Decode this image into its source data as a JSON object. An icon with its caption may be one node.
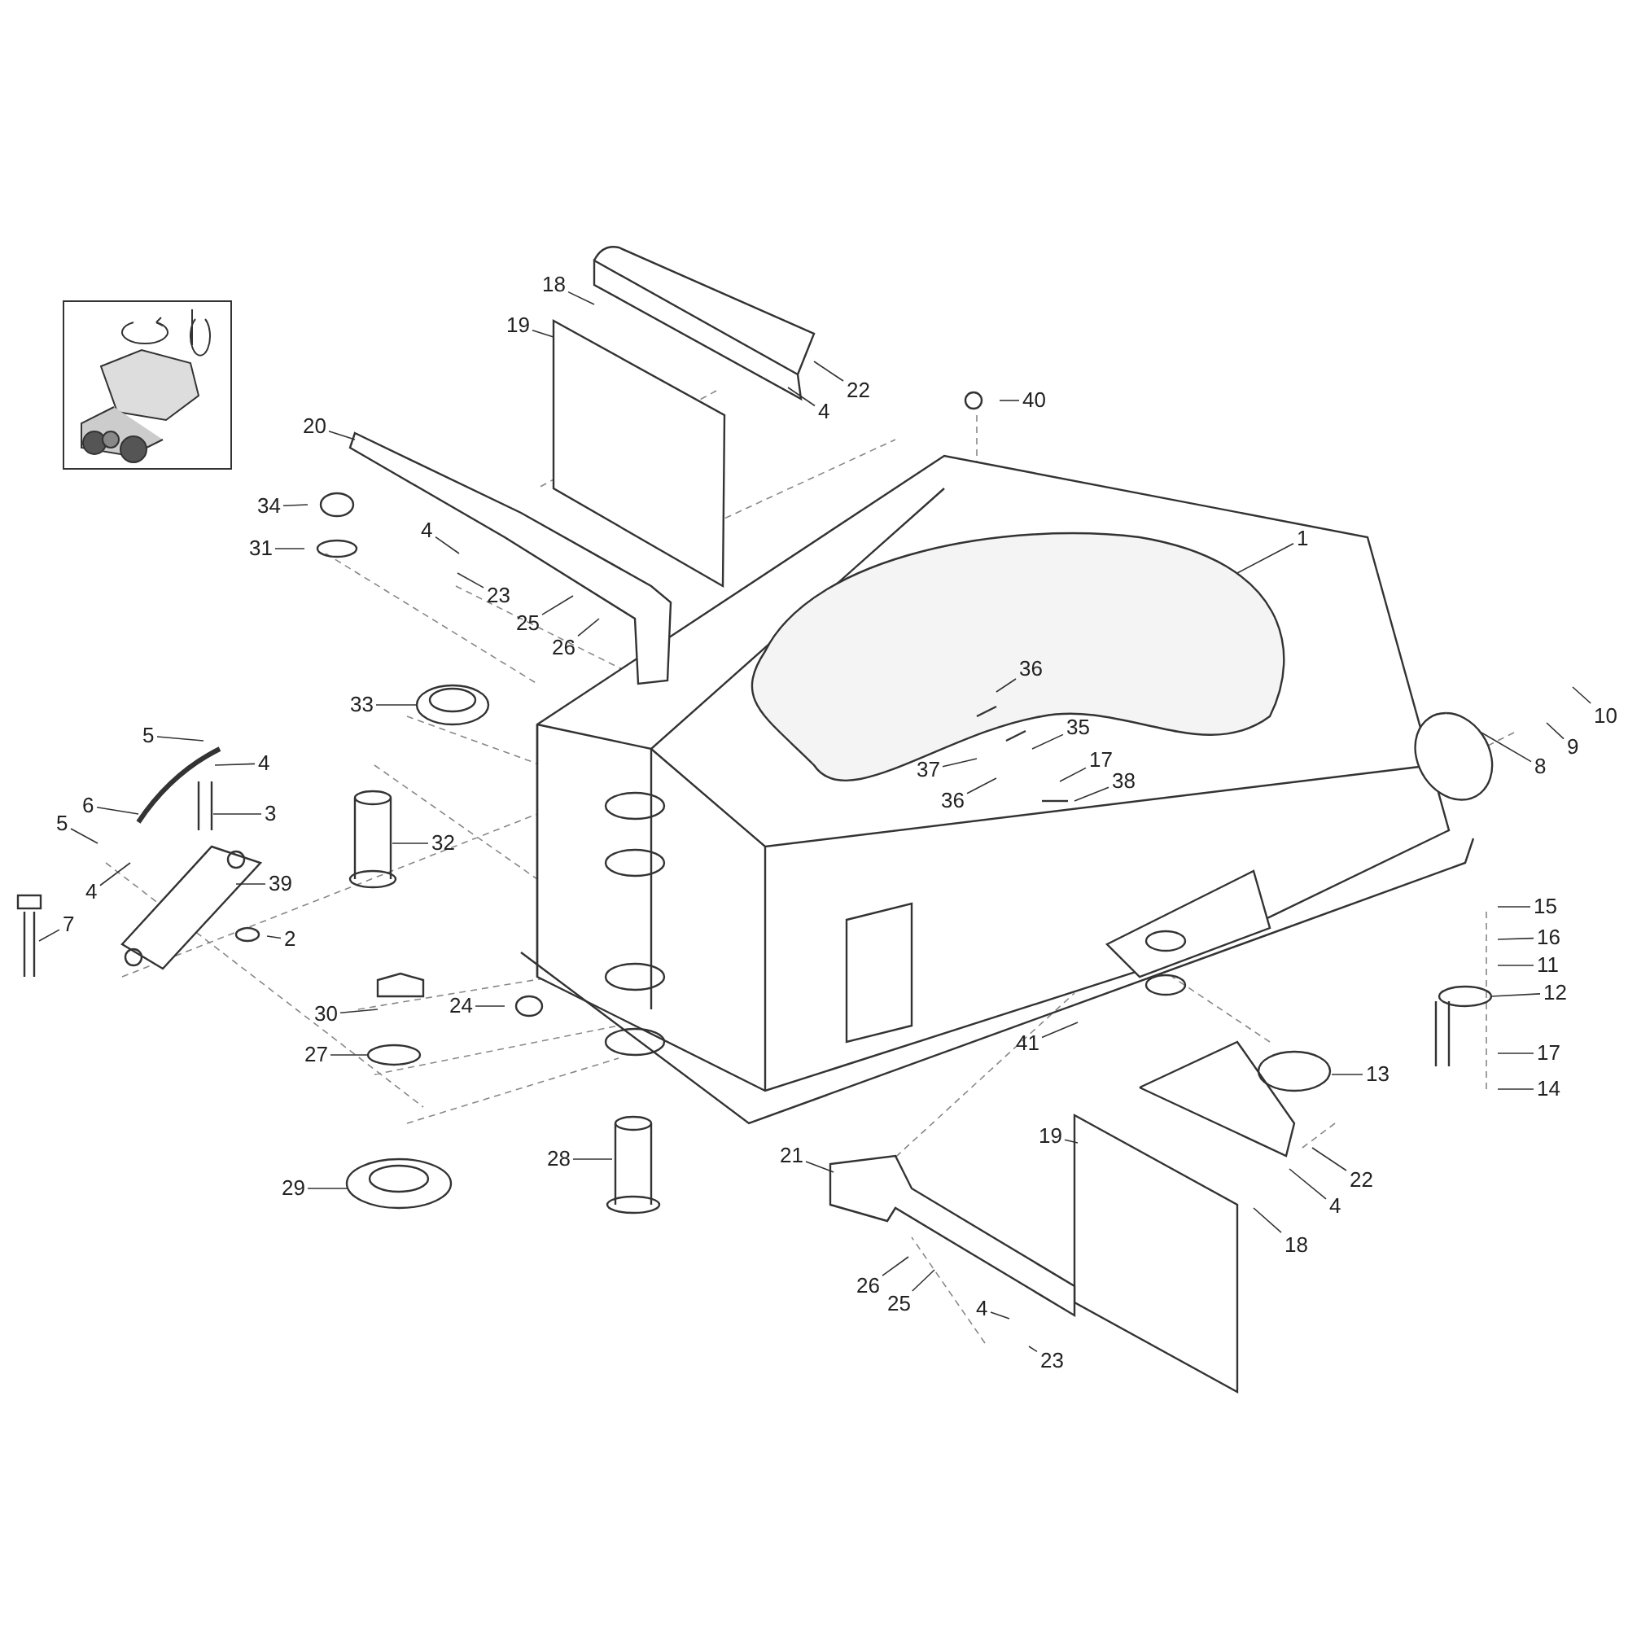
{
  "diagram": {
    "nodes": [
      {
        "text": [
          "18"
        ]
      },
      {
        "text": [
          "19"
        ]
      },
      {
        "text": [
          "22"
        ]
      },
      {
        "text": [
          "4"
        ]
      },
      {
        "text": [
          "40"
        ]
      },
      {
        "text": [
          "20"
        ]
      },
      {
        "text": [
          "34"
        ]
      },
      {
        "text": [
          "4"
        ]
      },
      {
        "text": [
          "31"
        ]
      },
      {
        "text": [
          "1"
        ]
      },
      {
        "text": [
          "23"
        ]
      },
      {
        "text": [
          "25"
        ]
      },
      {
        "text": [
          "26"
        ]
      },
      {
        "text": [
          "36"
        ]
      },
      {
        "text": [
          "33"
        ]
      },
      {
        "text": [
          "10"
        ]
      },
      {
        "text": [
          "35"
        ]
      },
      {
        "text": [
          "9"
        ]
      },
      {
        "text": [
          "5"
        ]
      },
      {
        "text": [
          "4"
        ]
      },
      {
        "text": [
          "37"
        ]
      },
      {
        "text": [
          "17"
        ]
      },
      {
        "text": [
          "8"
        ]
      },
      {
        "text": [
          "6"
        ]
      },
      {
        "text": [
          "36"
        ]
      },
      {
        "text": [
          "38"
        ]
      },
      {
        "text": [
          "3"
        ]
      },
      {
        "text": [
          "32"
        ]
      },
      {
        "text": [
          "5"
        ]
      },
      {
        "text": [
          "4"
        ]
      },
      {
        "text": [
          "39"
        ]
      },
      {
        "text": [
          "15"
        ]
      },
      {
        "text": [
          "16"
        ]
      },
      {
        "text": [
          "7"
        ]
      },
      {
        "text": [
          "2"
        ]
      },
      {
        "text": [
          "11"
        ]
      },
      {
        "text": [
          "24"
        ]
      },
      {
        "text": [
          "12"
        ]
      },
      {
        "text": [
          "30"
        ]
      },
      {
        "text": [
          "41"
        ]
      },
      {
        "text": [
          "17"
        ]
      },
      {
        "text": [
          "27"
        ]
      },
      {
        "text": [
          "13"
        ]
      },
      {
        "text": [
          "14"
        ]
      },
      {
        "text": [
          "19"
        ]
      },
      {
        "text": [
          "21"
        ]
      },
      {
        "text": [
          "28"
        ]
      },
      {
        "text": [
          "22"
        ]
      },
      {
        "text": [
          "29"
        ]
      },
      {
        "text": [
          "4"
        ]
      },
      {
        "text": [
          "18"
        ]
      },
      {
        "text": [
          "26"
        ]
      },
      {
        "text": [
          "25"
        ]
      },
      {
        "text": [
          "4"
        ]
      },
      {
        "text": [
          "23"
        ]
      }
    ],
    "edges": [
      {
        "from": 0,
        "to": null,
        "arrow": "none"
      },
      {
        "from": 1,
        "to": null,
        "arrow": "none"
      },
      {
        "from": 2,
        "to": null,
        "arrow": "none"
      },
      {
        "from": 3,
        "to": null,
        "arrow": "none"
      },
      {
        "from": 4,
        "to": null,
        "arrow": "none"
      },
      {
        "from": 5,
        "to": null,
        "arrow": "none"
      },
      {
        "from": 6,
        "to": null,
        "arrow": "none"
      },
      {
        "from": 7,
        "to": null,
        "arrow": "none"
      },
      {
        "from": 8,
        "to": null,
        "arrow": "none"
      },
      {
        "from": 9,
        "to": null,
        "arrow": "none"
      },
      {
        "from": 10,
        "to": null,
        "arrow": "none"
      },
      {
        "from": 11,
        "to": null,
        "arrow": "none"
      },
      {
        "from": 12,
        "to": null,
        "arrow": "none"
      },
      {
        "from": 13,
        "to": null,
        "arrow": "none"
      },
      {
        "from": 14,
        "to": null,
        "arrow": "none"
      },
      {
        "from": 15,
        "to": null,
        "arrow": "none"
      },
      {
        "from": 16,
        "to": null,
        "arrow": "none"
      },
      {
        "from": 17,
        "to": null,
        "arrow": "none"
      },
      {
        "from": 18,
        "to": null,
        "arrow": "none"
      },
      {
        "from": 19,
        "to": null,
        "arrow": "none"
      },
      {
        "from": 20,
        "to": null,
        "arrow": "none"
      },
      {
        "from": 21,
        "to": null,
        "arrow": "none"
      },
      {
        "from": 22,
        "to": null,
        "arrow": "none"
      },
      {
        "from": 23,
        "to": null,
        "arrow": "none"
      },
      {
        "from": 24,
        "to": null,
        "arrow": "none"
      },
      {
        "from": 25,
        "to": null,
        "arrow": "none"
      },
      {
        "from": 26,
        "to": null,
        "arrow": "none"
      },
      {
        "from": 27,
        "to": null,
        "arrow": "none"
      },
      {
        "from": 28,
        "to": null,
        "arrow": "none"
      },
      {
        "from": 29,
        "to": null,
        "arrow": "none"
      },
      {
        "from": 30,
        "to": null,
        "arrow": "none"
      },
      {
        "from": 31,
        "to": null,
        "arrow": "none"
      },
      {
        "from": 32,
        "to": null,
        "arrow": "none"
      },
      {
        "from": 33,
        "to": null,
        "arrow": "none"
      },
      {
        "from": 34,
        "to": null,
        "arrow": "none"
      },
      {
        "from": 35,
        "to": null,
        "arrow": "none"
      },
      {
        "from": 36,
        "to": null,
        "arrow": "none"
      },
      {
        "from": 37,
        "to": null,
        "arrow": "none"
      },
      {
        "from": 38,
        "to": null,
        "arrow": "none"
      },
      {
        "from": 39,
        "to": null,
        "arrow": "none"
      },
      {
        "from": 40,
        "to": null,
        "arrow": "none"
      },
      {
        "from": 41,
        "to": null,
        "arrow": "none"
      },
      {
        "from": 42,
        "to": null,
        "arrow": "none"
      },
      {
        "from": 43,
        "to": null,
        "arrow": "none"
      },
      {
        "from": 44,
        "to": null,
        "arrow": "none"
      },
      {
        "from": 45,
        "to": null,
        "arrow": "none"
      },
      {
        "from": 46,
        "to": null,
        "arrow": "none"
      },
      {
        "from": 47,
        "to": null,
        "arrow": "none"
      },
      {
        "from": 48,
        "to": null,
        "arrow": "none"
      },
      {
        "from": 49,
        "to": null,
        "arrow": "none"
      },
      {
        "from": 50,
        "to": null,
        "arrow": "none"
      },
      {
        "from": 51,
        "to": null,
        "arrow": "none"
      },
      {
        "from": 52,
        "to": null,
        "arrow": "none"
      },
      {
        "from": 53,
        "to": null,
        "arrow": "none"
      },
      {
        "from": 54,
        "to": null,
        "arrow": "none"
      }
    ]
  }
}
